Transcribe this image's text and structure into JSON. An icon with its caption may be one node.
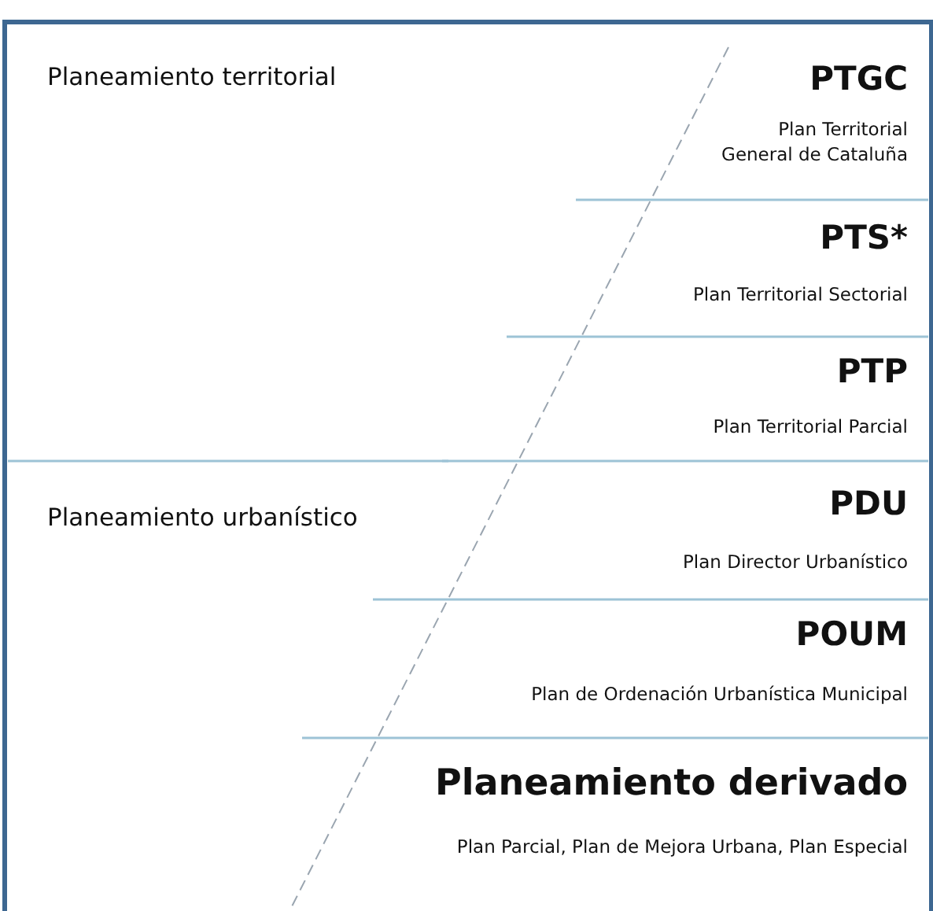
{
  "diagram": {
    "nodes": [
      {
        "text": [
          "PTGC",
          "Plan Territorial General de Cataluña"
        ]
      },
      {
        "text": [
          "PTS*",
          "Plan Territorial Sectorial"
        ]
      },
      {
        "text": [
          "PTP",
          "Plan Territorial Parcial"
        ]
      },
      {
        "text": [
          "PDU",
          "Plan Director Urbanístico"
        ]
      },
      {
        "text": [
          "POUM",
          "Plan de Ordenación Urbanística Municipal"
        ]
      },
      {
        "text": [
          "Planeamiento derivado",
          "Plan Parcial, Plan de Mejora Urbana, Plan Especial"
        ]
      }
    ],
    "labels": [
      "Planeamiento territorial",
      "Planeamiento urbanístico"
    ]
  }
}
